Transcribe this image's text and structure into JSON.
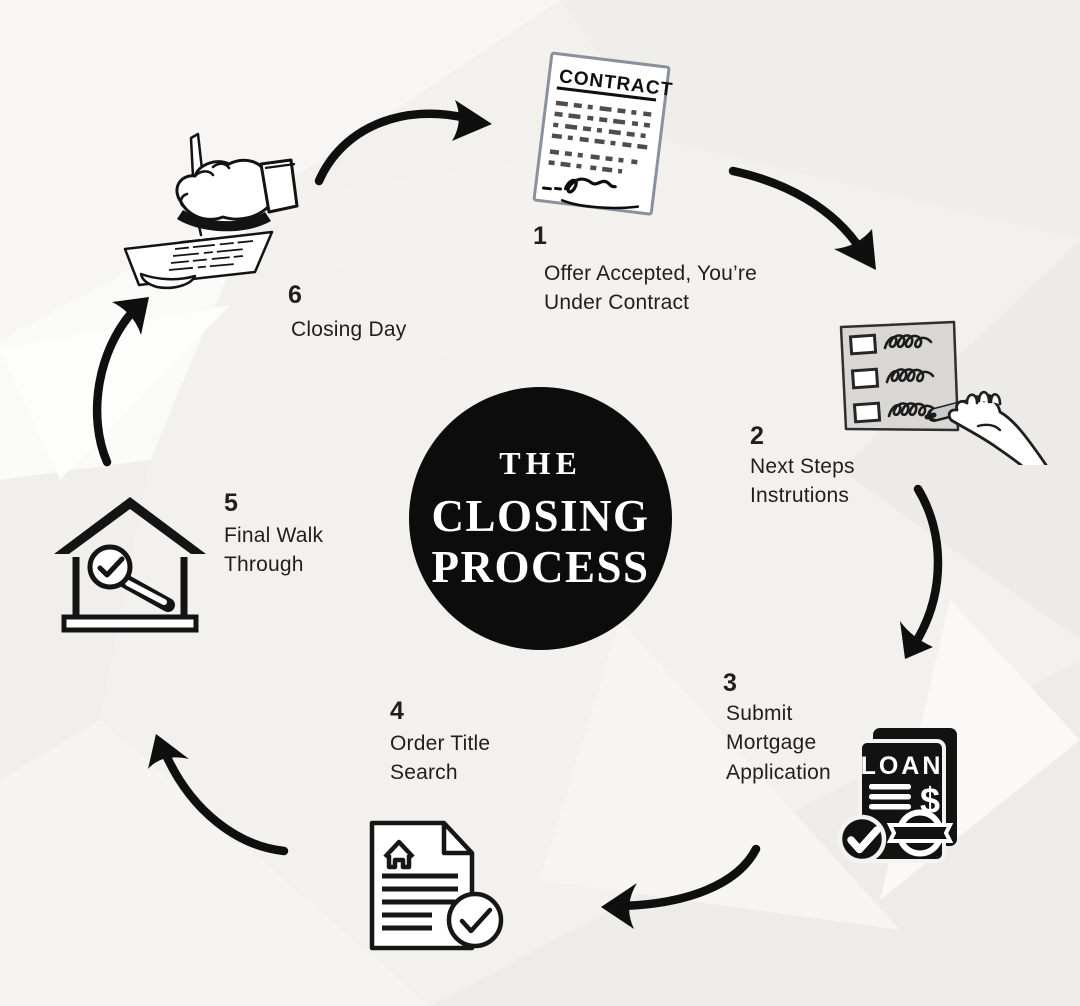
{
  "title": "The Closing Process infographic",
  "center": {
    "line1": "THE",
    "line2": "CLOSING",
    "line3": "PROCESS"
  },
  "steps": [
    {
      "number": "1",
      "label": "Offer Accepted, You’re\nUnder Contract",
      "icon": "contract-document-icon"
    },
    {
      "number": "2",
      "label": "Next Steps\nInstrutions",
      "icon": "checklist-hand-icon"
    },
    {
      "number": "3",
      "label": "Submit\nMortgage\nApplication",
      "icon": "loan-document-icon"
    },
    {
      "number": "4",
      "label": "Order Title\nSearch",
      "icon": "title-search-document-icon"
    },
    {
      "number": "5",
      "label": "Final Walk\nThrough",
      "icon": "house-inspection-icon"
    },
    {
      "number": "6",
      "label": "Closing Day",
      "icon": "signing-hand-icon"
    }
  ],
  "icon_texts": {
    "contract_title": "CONTRACT",
    "loan_title": "LOAN",
    "loan_dollar": "$"
  },
  "colors": {
    "background": "#f2f1ee",
    "ink": "#141414",
    "circle_fill": "#0d0c0c",
    "circle_text": "#ffffff",
    "checklist_paper": "#d8d7d4",
    "contract_border": "#8a919c",
    "pen_gray": "#c7cacc"
  },
  "flow": {
    "shape": "circular",
    "step_count": 6
  }
}
